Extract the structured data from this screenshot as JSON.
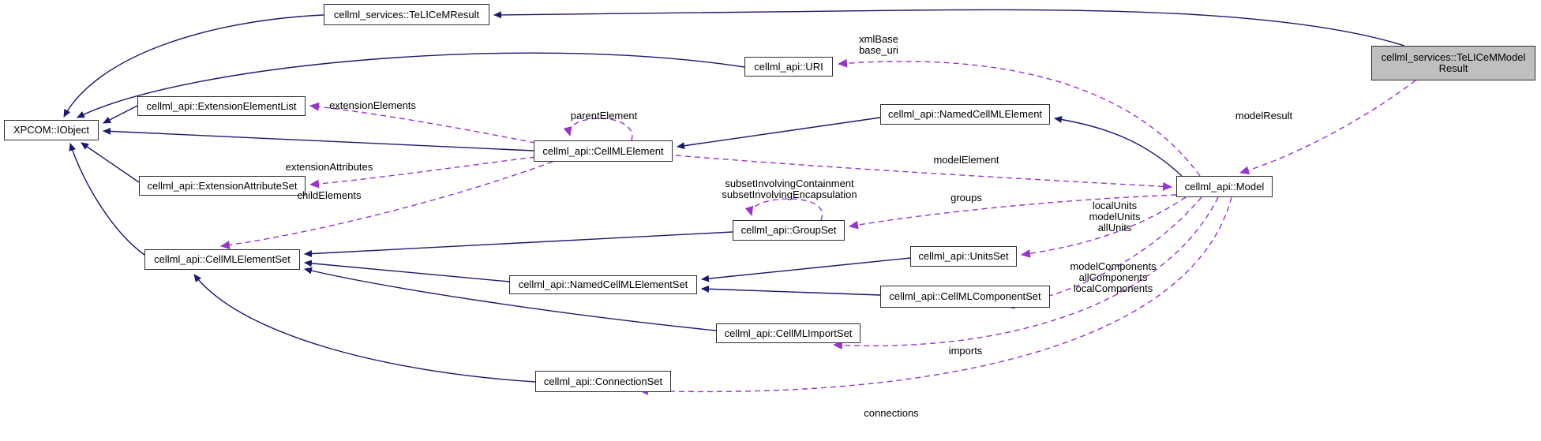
{
  "diagram": {
    "kind": "collaboration-graph",
    "highlighted_node": "cellml_services::TeLICeMModelResult",
    "colors": {
      "inheritance_edge": "#191970",
      "usage_edge": "#9a32cd",
      "node_background": "#ffffff",
      "node_border": "#2f2f2f",
      "highlight_background": "#bfbfbf",
      "page_background": "#ffffff"
    },
    "nodes": {
      "iobject": {
        "label": "XPCOM::IObject"
      },
      "telicem_result": {
        "label": "cellml_services::TeLICeMResult"
      },
      "extension_element_list": {
        "label": "cellml_api::ExtensionElementList"
      },
      "extension_attribute_set": {
        "label": "cellml_api::ExtensionAttributeSet"
      },
      "cellml_element_set": {
        "label": "cellml_api::CellMLElementSet"
      },
      "cellml_element": {
        "label": "cellml_api::CellMLElement"
      },
      "uri": {
        "label": "cellml_api::URI"
      },
      "named_cellml_element": {
        "label": "cellml_api::NamedCellMLElement"
      },
      "model": {
        "label": "cellml_api::Model"
      },
      "telicem_model_result": {
        "label": "cellml_services::TeLICeMModel\nResult"
      },
      "group_set": {
        "label": "cellml_api::GroupSet"
      },
      "units_set": {
        "label": "cellml_api::UnitsSet"
      },
      "named_cellml_element_set": {
        "label": "cellml_api::NamedCellMLElementSet"
      },
      "cellml_component_set": {
        "label": "cellml_api::CellMLComponentSet"
      },
      "cellml_import_set": {
        "label": "cellml_api::CellMLImportSet"
      },
      "connection_set": {
        "label": "cellml_api::ConnectionSet"
      }
    },
    "edge_labels": {
      "extension_elements": "extensionElements",
      "extension_attributes": "extensionAttributes",
      "child_elements": "childElements",
      "parent_element": "parentElement",
      "xml_base": "xmlBase\nbase_uri",
      "model_element": "modelElement",
      "subset": "subsetInvolvingContainment\nsubsetInvolvingEncapsulation",
      "groups": "groups",
      "units": "localUnits\nmodelUnits\nallUnits",
      "components": "modelComponents\nallComponents\nlocalComponents",
      "imports": "imports",
      "connections": "connections",
      "model_result": "modelResult"
    }
  }
}
